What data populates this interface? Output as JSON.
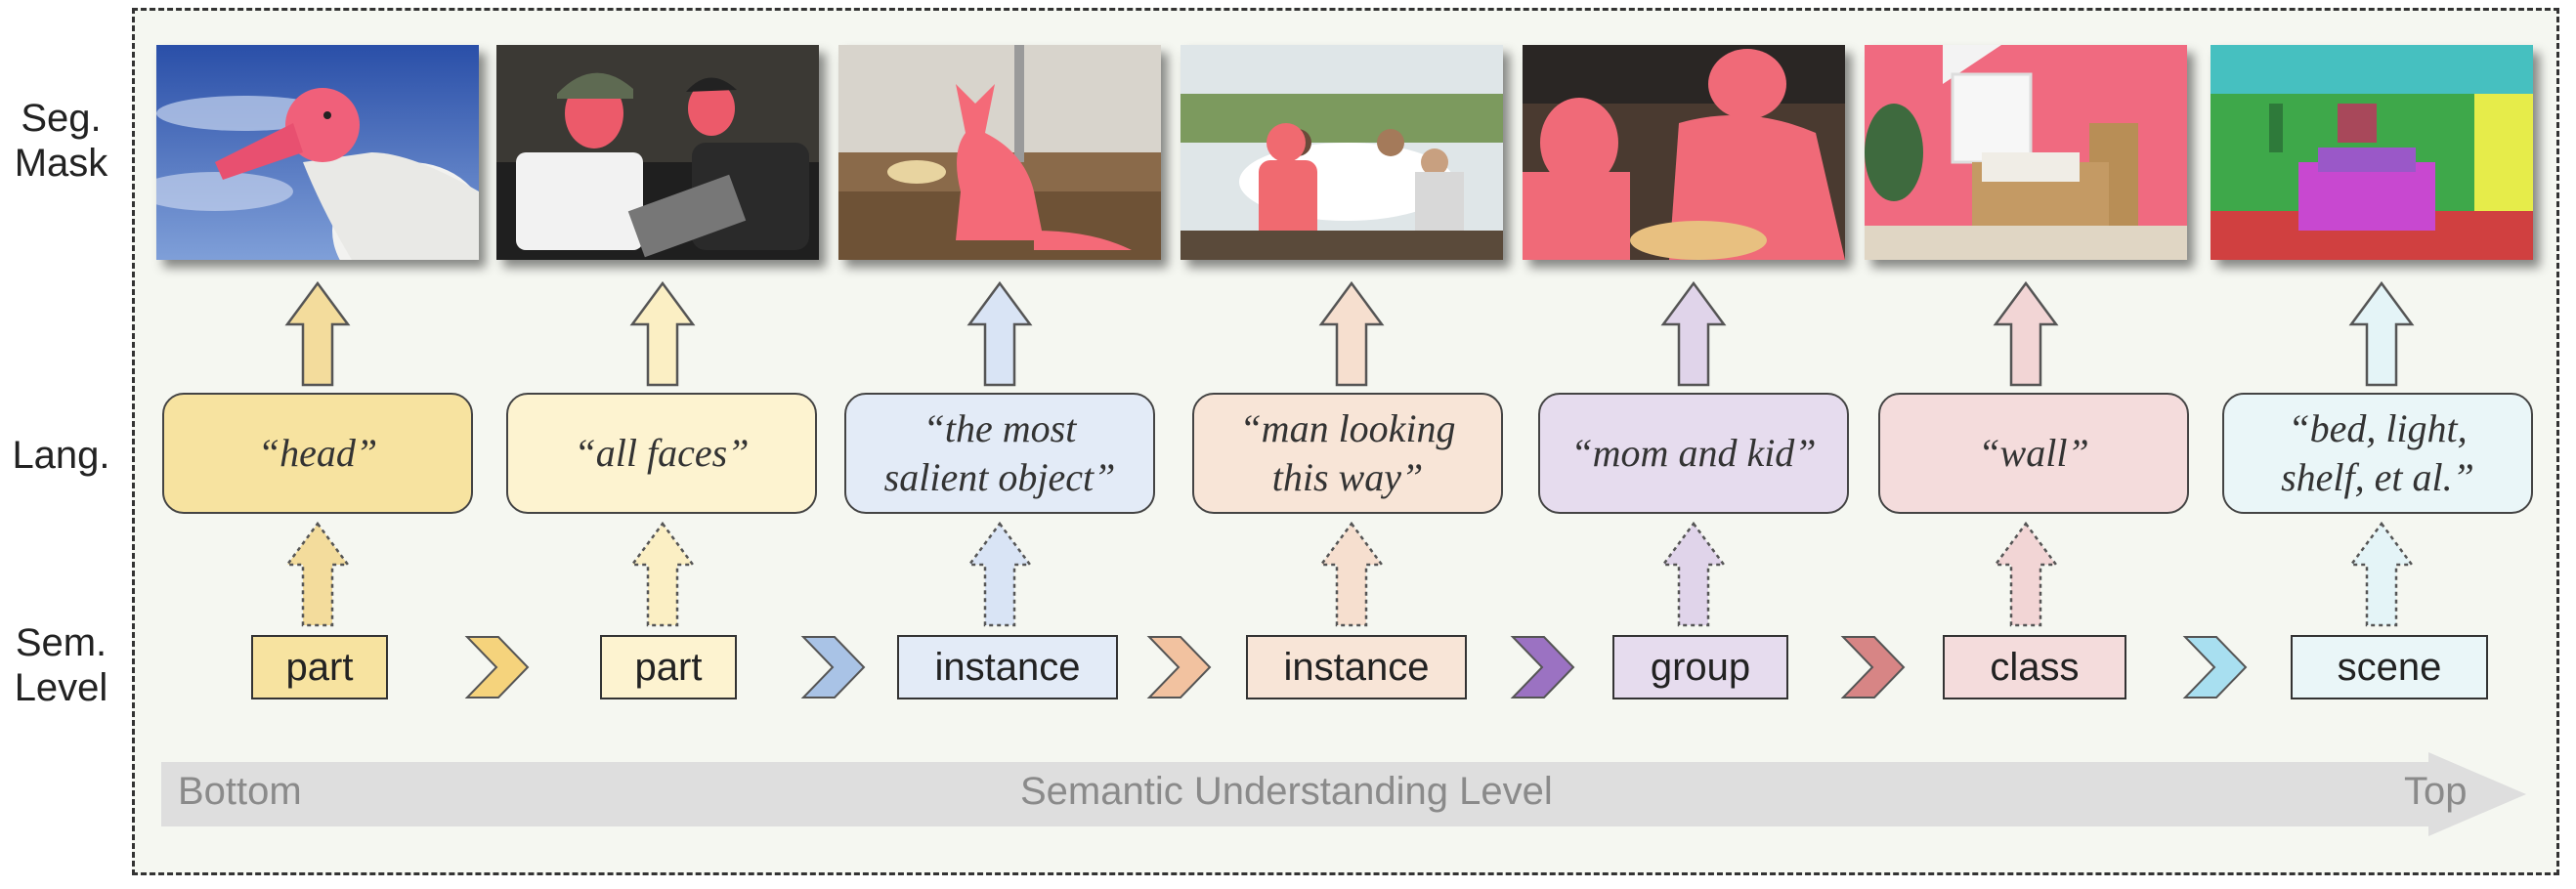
{
  "row_labels": {
    "seg": "Seg.\nMask",
    "lang": "Lang.",
    "sem": "Sem.\nLevel"
  },
  "columns": [
    {
      "lang_text": "“head”",
      "sem_label": "part",
      "color": "#f7e3a0",
      "arrow_color": "#f3dc9c"
    },
    {
      "lang_text": "“all faces”",
      "sem_label": "part",
      "color": "#fdf3d0",
      "arrow_color": "#fbefc4"
    },
    {
      "lang_text": "“the most\nsalient object”",
      "sem_label": "instance",
      "color": "#e3ebf7",
      "arrow_color": "#d9e4f5"
    },
    {
      "lang_text": "“man looking\nthis way”",
      "sem_label": "instance",
      "color": "#f8e5d7",
      "arrow_color": "#f6dfcf"
    },
    {
      "lang_text": "“mom and kid”",
      "sem_label": "group",
      "color": "#e6dcee",
      "arrow_color": "#e0d4ea"
    },
    {
      "lang_text": "“wall”",
      "sem_label": "class",
      "color": "#f4dcdc",
      "arrow_color": "#f2d5d5"
    },
    {
      "lang_text": "“bed, light,\nshelf, et al.”",
      "sem_label": "scene",
      "color": "#eaf6f8",
      "arrow_color": "#e4f4f7"
    }
  ],
  "chevron_colors": [
    "#f5d37c",
    "#a9c3e6",
    "#f2c2a0",
    "#9b72c2",
    "#d78585",
    "#a8dff0"
  ],
  "band": {
    "left_label": "Bottom",
    "center_label": "Semantic Understanding Level",
    "right_label": "Top",
    "color": "#dedede"
  }
}
